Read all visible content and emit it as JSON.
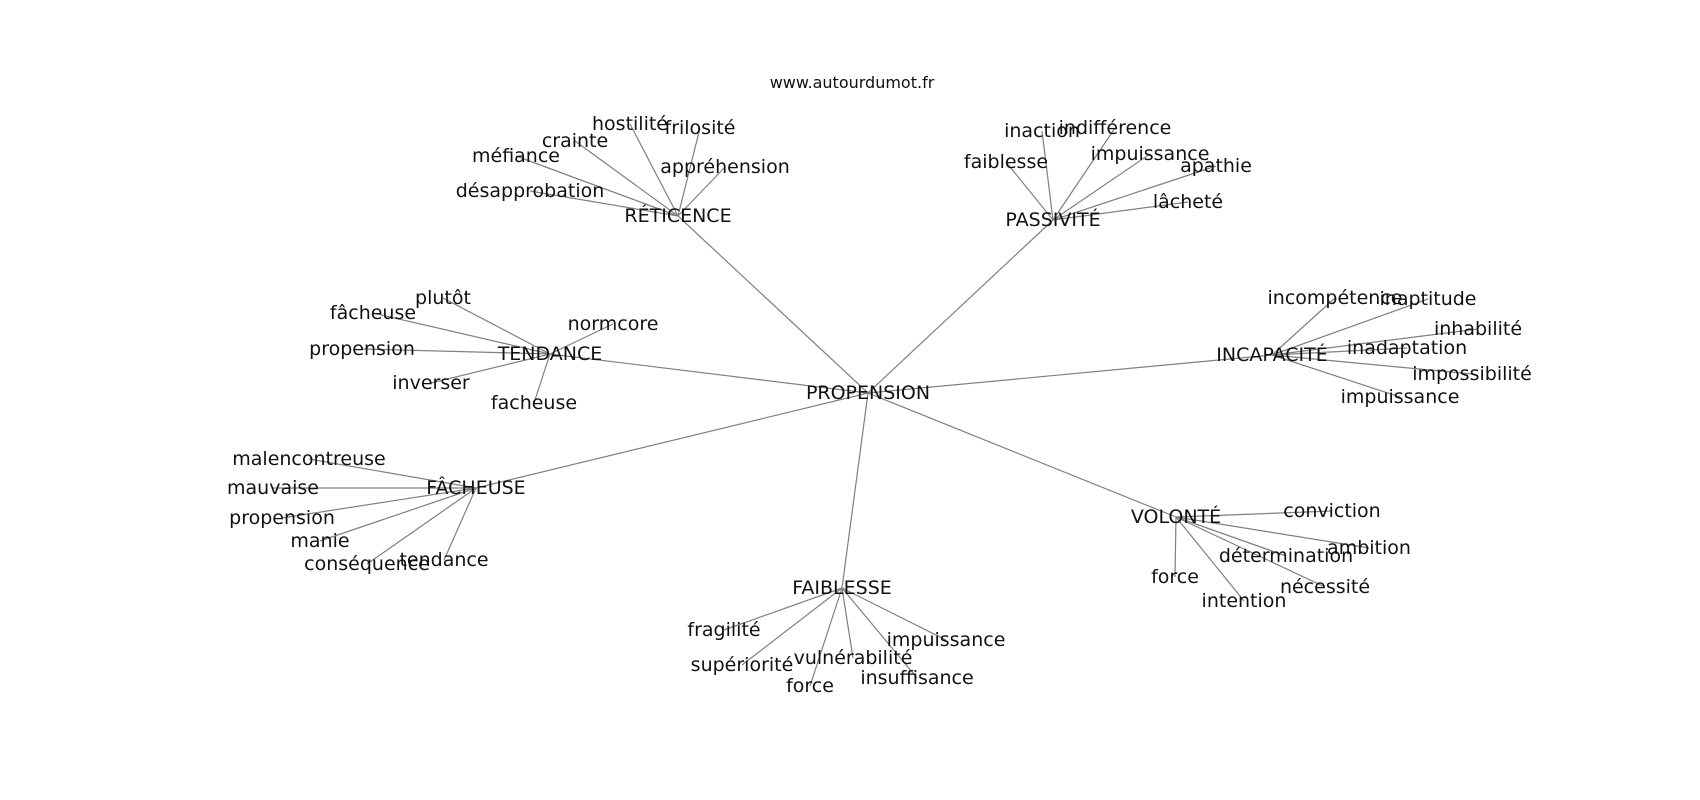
{
  "site": "www.autourdumot.fr",
  "root": "PROPENSION",
  "edge_color": "#808080",
  "text_color": "#111111",
  "groups": [
    {
      "label": "RÉTICENCE",
      "words": [
        "hostilité",
        "frilosité",
        "crainte",
        "méfiance",
        "appréhension",
        "désapprobation"
      ]
    },
    {
      "label": "PASSIVITÉ",
      "words": [
        "inaction",
        "indifférence",
        "faiblesse",
        "impuissance",
        "apathie",
        "lâcheté"
      ]
    },
    {
      "label": "TENDANCE",
      "words": [
        "plutôt",
        "fâcheuse",
        "normcore",
        "propension",
        "inverser",
        "facheuse"
      ]
    },
    {
      "label": "INCAPACITÉ",
      "words": [
        "incompétence",
        "inaptitude",
        "inhabilité",
        "inadaptation",
        "impossibilité",
        "impuissance"
      ]
    },
    {
      "label": "FÂCHEUSE",
      "words": [
        "malencontreuse",
        "mauvaise",
        "propension",
        "manie",
        "conséquence",
        "tendance"
      ]
    },
    {
      "label": "VOLONTÉ",
      "words": [
        "conviction",
        "ambition",
        "détermination",
        "force",
        "nécessité",
        "intention"
      ]
    },
    {
      "label": "FAIBLESSE",
      "words": [
        "fragilité",
        "impuissance",
        "vulnérabilité",
        "supériorité",
        "insuffisance",
        "force"
      ]
    }
  ]
}
